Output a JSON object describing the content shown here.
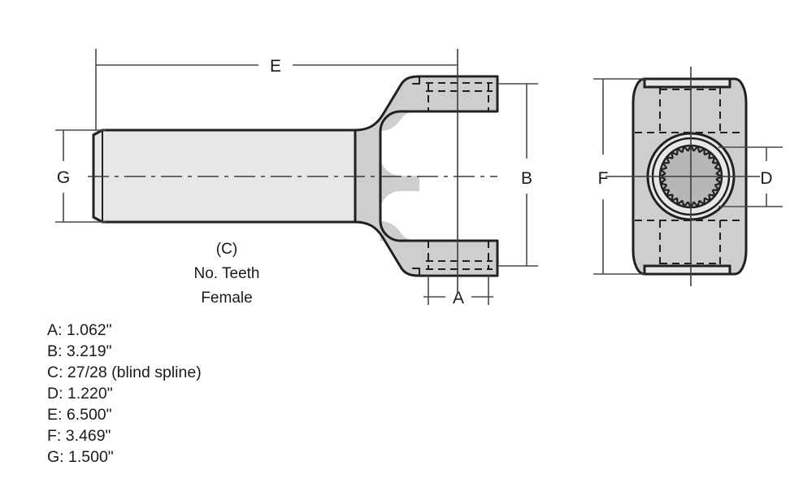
{
  "drawing": {
    "title_note": {
      "line1": "(C)",
      "line2": "No. Teeth",
      "line3": "Female"
    },
    "dimension_callouts": {
      "a": "A",
      "b": "B",
      "d": "D",
      "e": "E",
      "f": "F",
      "g": "G"
    },
    "legend": [
      {
        "key": "A",
        "text": "A: 1.062\""
      },
      {
        "key": "B",
        "text": "B: 3.219\""
      },
      {
        "key": "C",
        "text": "C: 27/28 (blind spline)"
      },
      {
        "key": "D",
        "text": "D: 1.220\""
      },
      {
        "key": "E",
        "text": "E: 6.500\""
      },
      {
        "key": "F",
        "text": "F: 3.469\""
      },
      {
        "key": "G",
        "text": "G: 1.500\""
      }
    ],
    "colors": {
      "outline": "#231f20",
      "shaft_fill": "#e6e7e9",
      "yoke_fill": "#cdced0",
      "hub_fill": "#b6b7b9",
      "background": "#ffffff",
      "dimension_line": "#4a4a4a"
    },
    "views": {
      "side_view_name": "side-elevation",
      "end_view_name": "end-elevation"
    },
    "spline": {
      "tooth_count": 28
    }
  }
}
